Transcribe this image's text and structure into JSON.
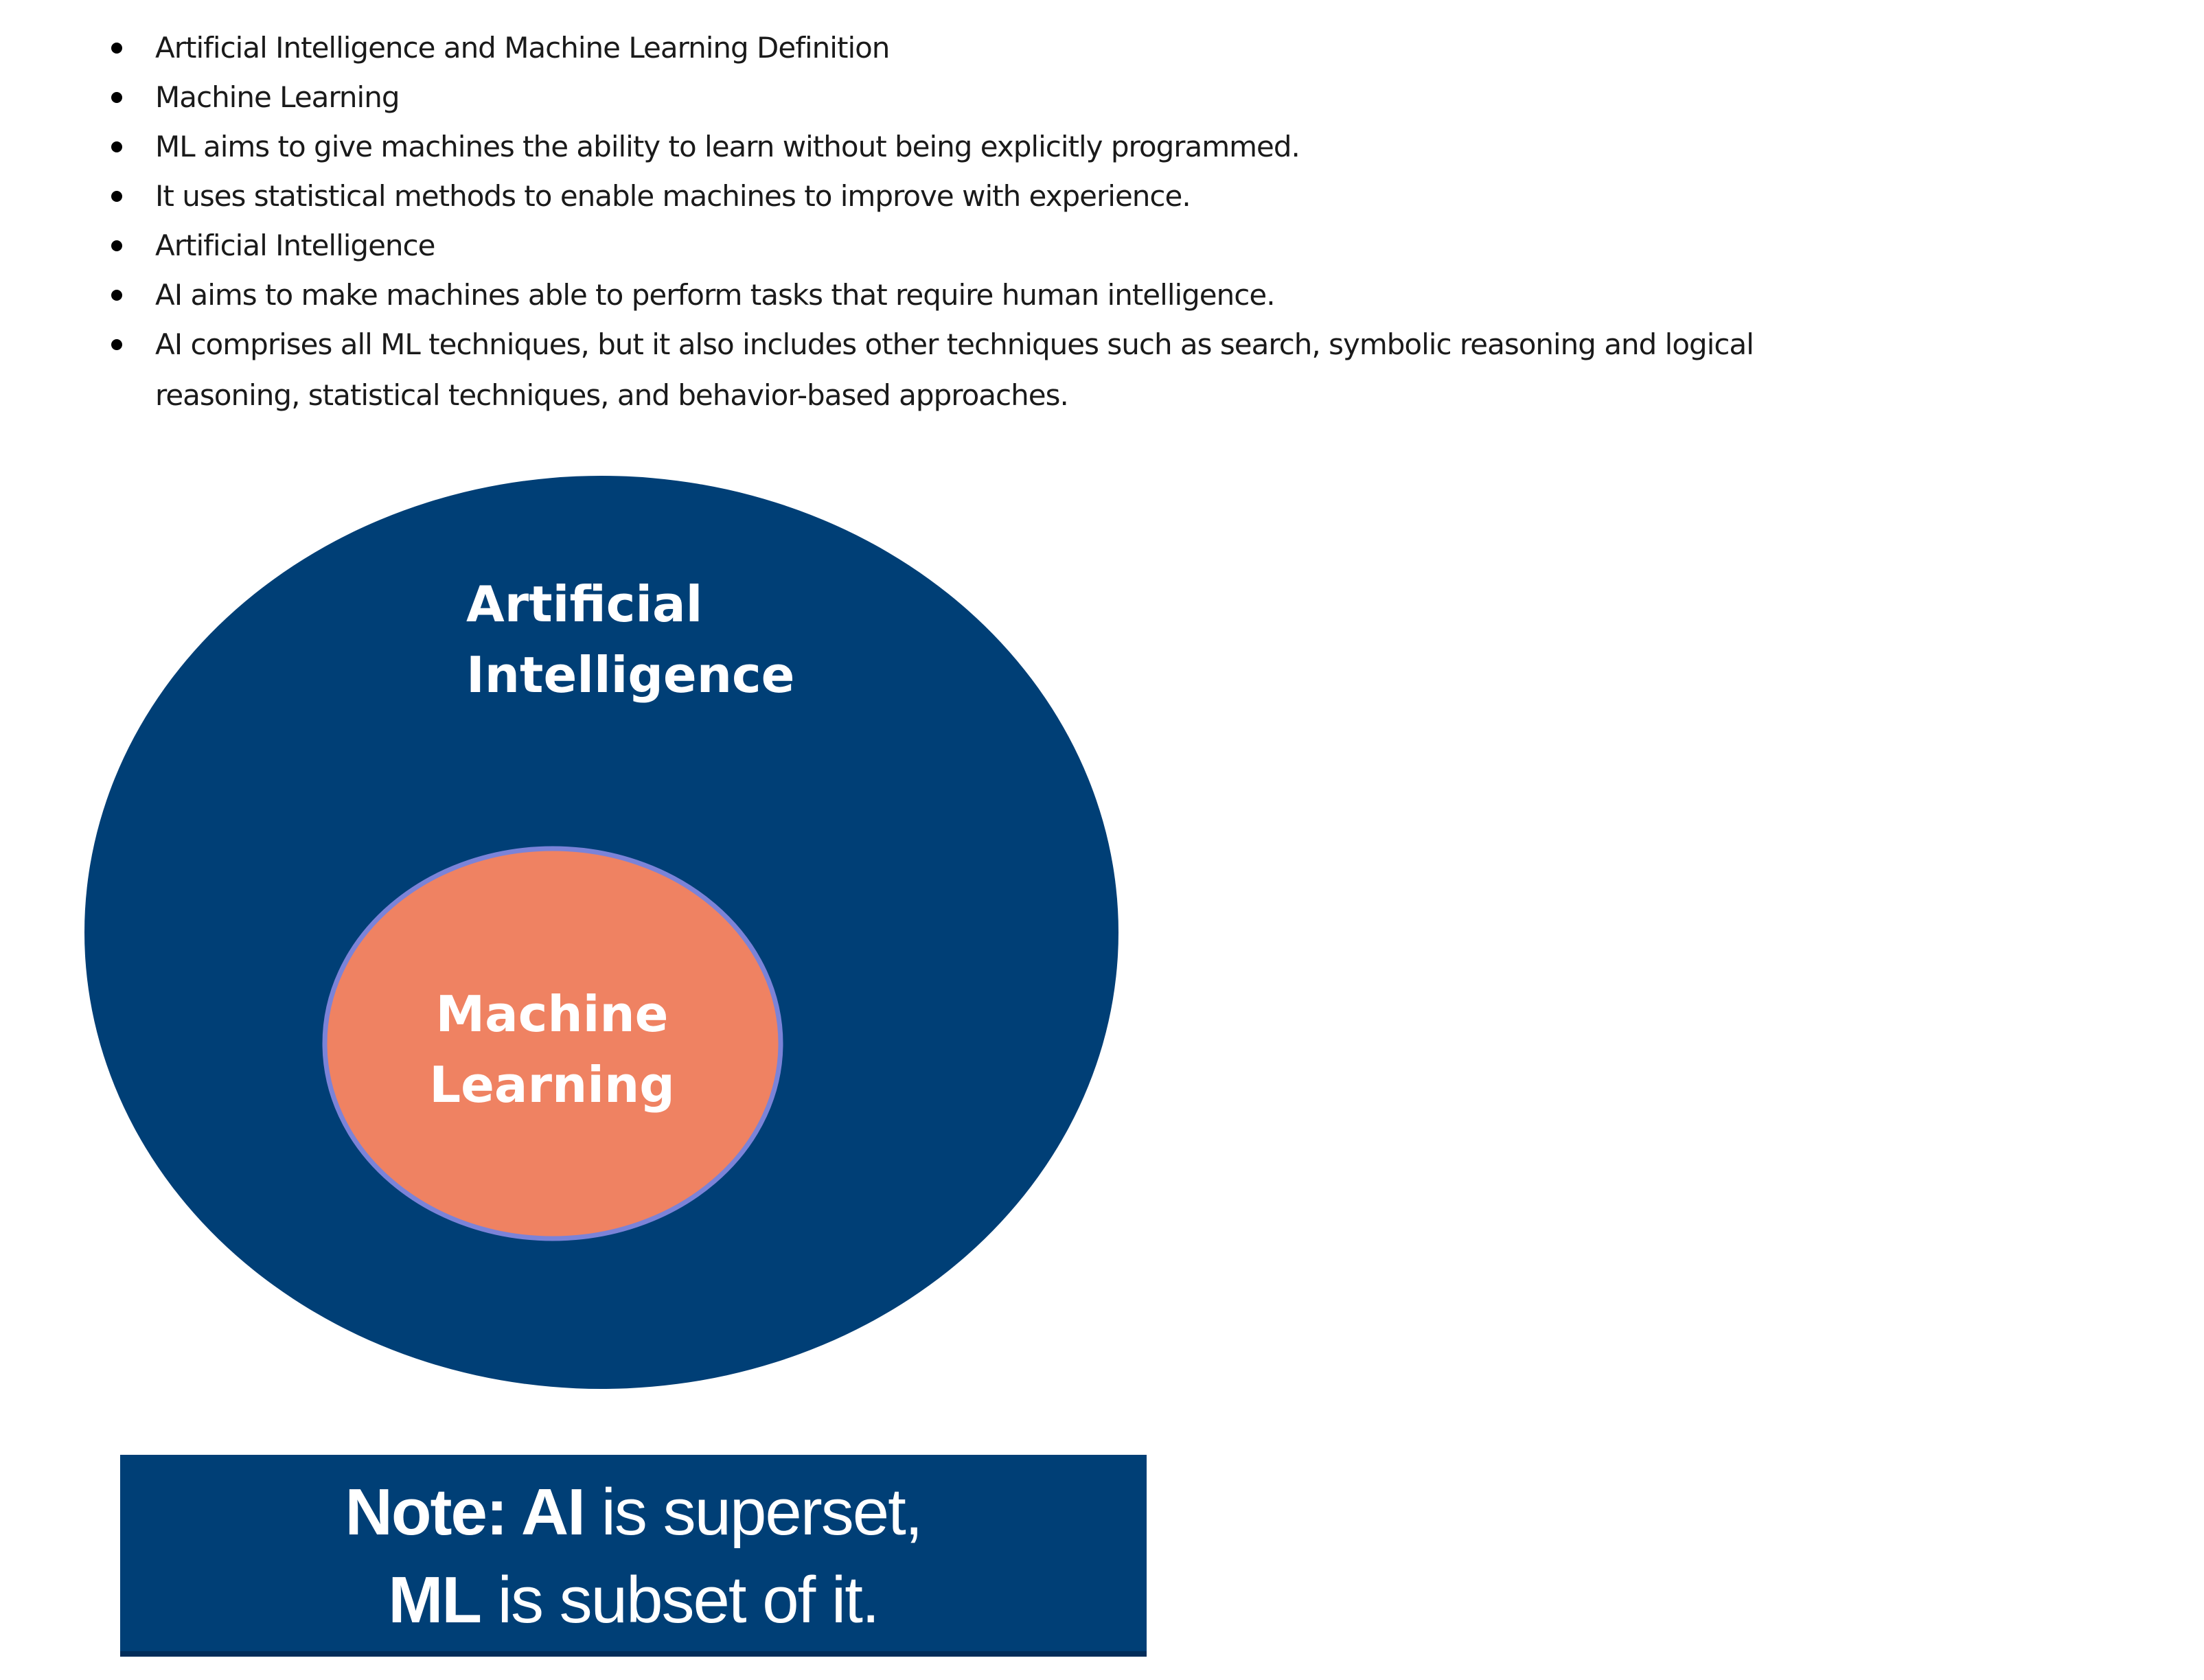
{
  "bullets": [
    "Artificial Intelligence and Machine Learning Definition",
    "Machine Learning",
    "ML aims to give machines the ability to learn without being explicitly programmed.",
    "It uses statistical methods to enable machines to improve with experience.",
    "Artificial Intelligence",
    "AI aims to make machines able to perform tasks that require human intelligence.",
    "AI comprises all ML techniques, but it also includes other techniques such as search, symbolic reasoning and logical",
    "reasoning, statistical techniques, and behavior-based approaches."
  ],
  "diagram": {
    "outer": {
      "line1": "Artificial",
      "line2": "Intelligence",
      "color": "#003f76"
    },
    "inner": {
      "line1": "Machine",
      "line2": "Learning",
      "color": "#ef8262",
      "stroke": "#7b83d8"
    }
  },
  "note": {
    "l1_bold": "Note: AI",
    "l1_rest": " is superset,",
    "l2_bold": "ML",
    "l2_rest": " is subset of it."
  }
}
